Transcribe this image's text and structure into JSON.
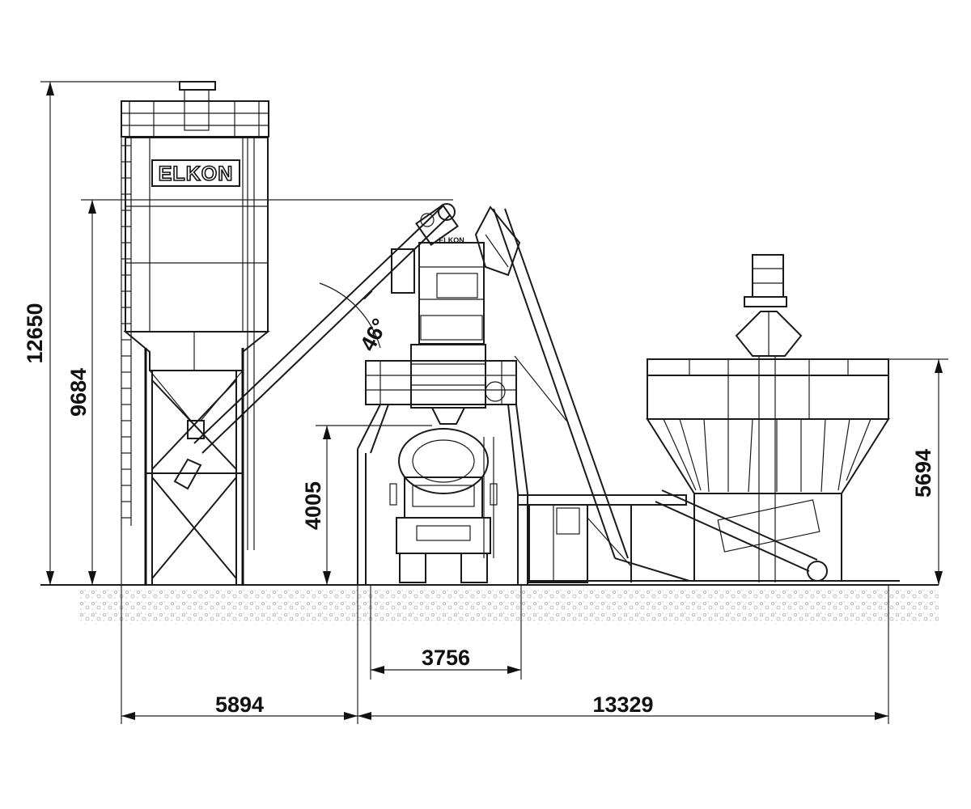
{
  "diagram": {
    "brand": {
      "silo_logo": "ELKON",
      "mixer_logo": "ELKON"
    },
    "dimensions": {
      "total_height": "12650",
      "silo_inlet_height": "9684",
      "discharge_height": "4005",
      "bunker_height": "5694",
      "conveyor_angle": "46°",
      "silo_width": "5894",
      "truck_clearance": "3756",
      "plant_length": "13329"
    }
  }
}
